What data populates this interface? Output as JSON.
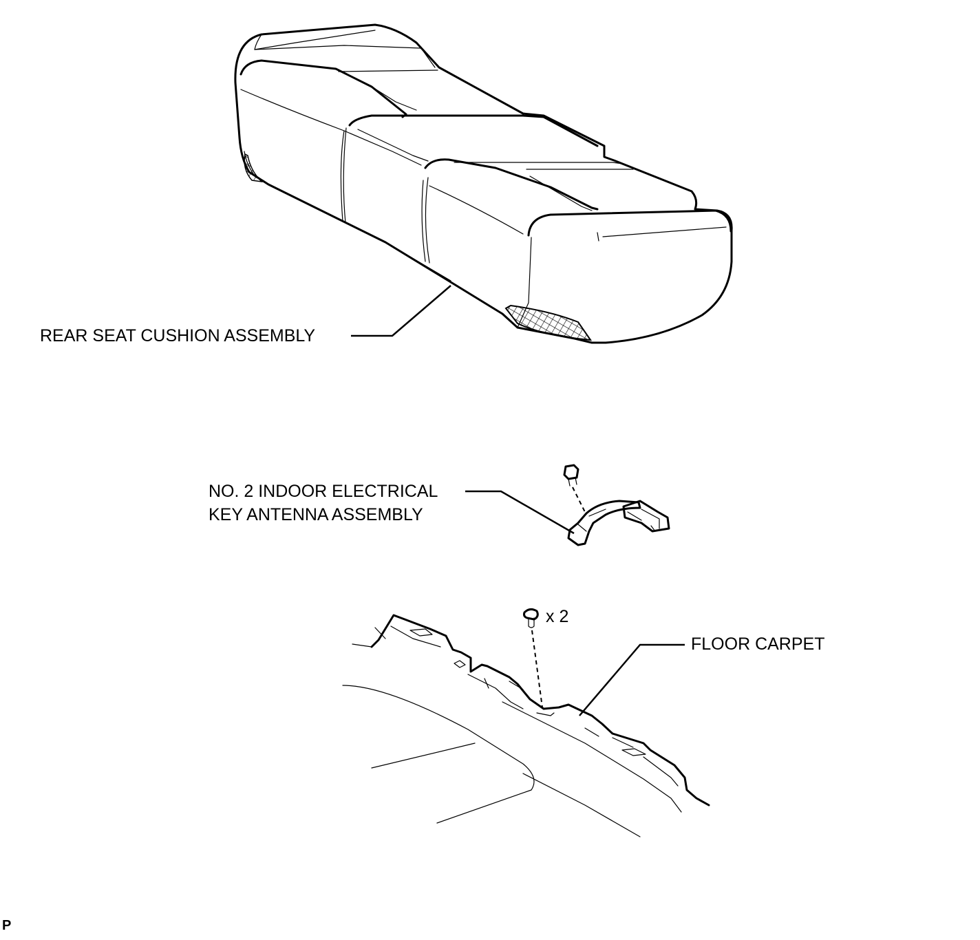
{
  "labels": {
    "rear_seat_cushion": "REAR SEAT CUSHION ASSEMBLY",
    "antenna_line1": "NO. 2 INDOOR ELECTRICAL",
    "antenna_line2": "KEY ANTENNA ASSEMBLY",
    "clip_count": "x 2",
    "floor_carpet": "FLOOR CARPET",
    "corner_mark": "P"
  }
}
